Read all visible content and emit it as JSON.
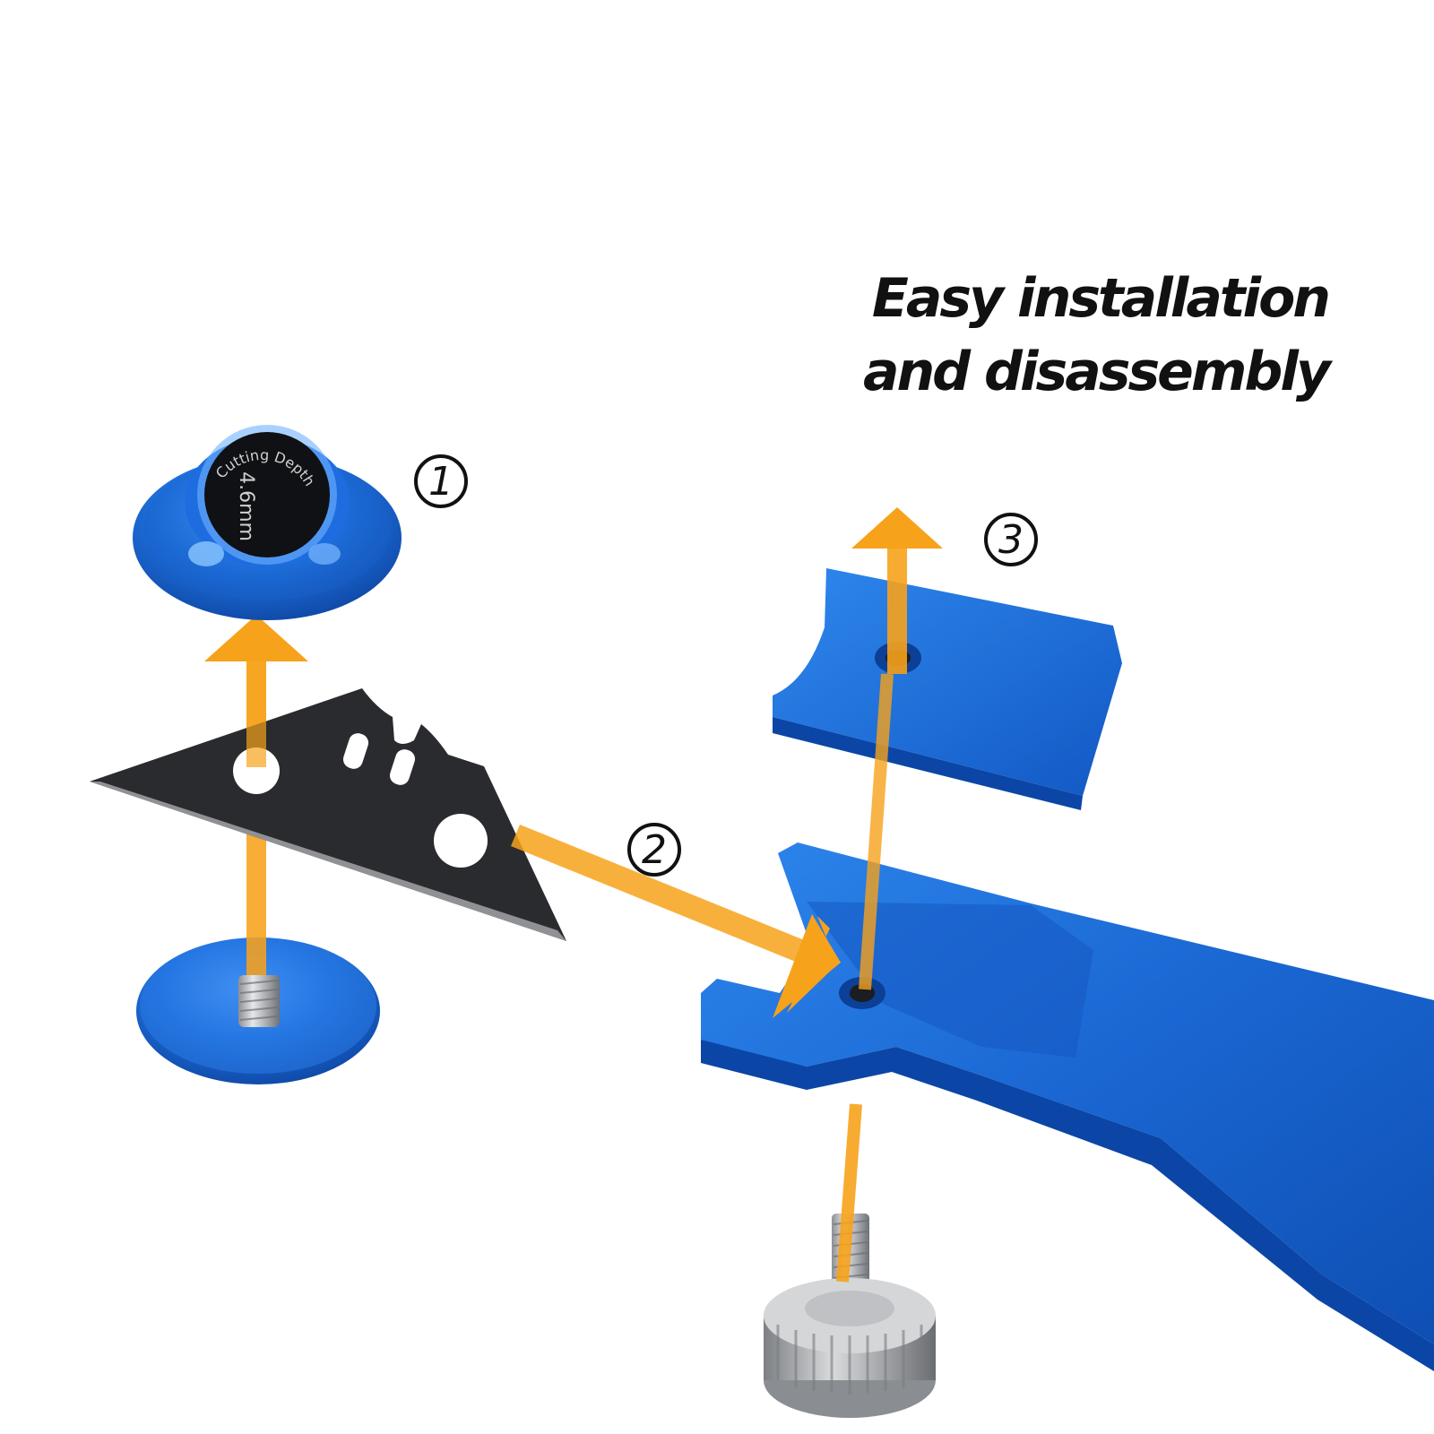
{
  "headline": {
    "line1": "Easy installation",
    "line2": "and disassembly"
  },
  "steps": [
    "1",
    "2",
    "3"
  ],
  "cap_label": {
    "arc_text": "Cutting Depth",
    "value": "4.6mm"
  },
  "colors": {
    "anodized_blue": "#1f6fd6",
    "arrow_orange": "#f7a21b",
    "blade_black": "#2a2b2e",
    "background": "#ffffff"
  }
}
